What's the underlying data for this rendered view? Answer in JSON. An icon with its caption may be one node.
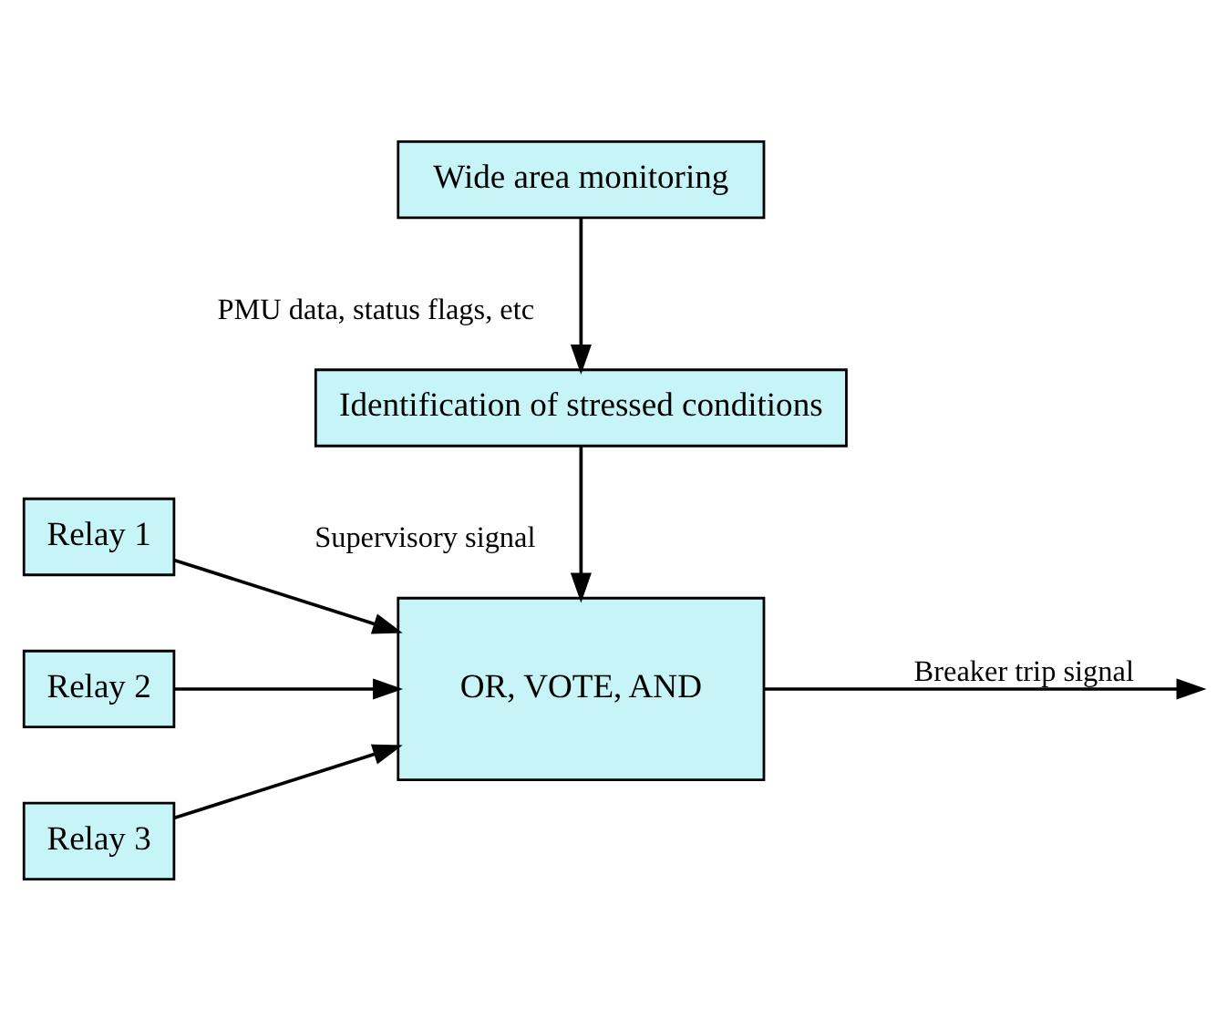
{
  "diagram": {
    "nodes": [
      {
        "text": [
          "Wide area monitoring"
        ]
      },
      {
        "text": [
          "Identification of stressed conditions"
        ]
      },
      {
        "text": [
          "Relay 1"
        ]
      },
      {
        "text": [
          "Relay 2"
        ]
      },
      {
        "text": [
          "Relay 3"
        ]
      },
      {
        "text": [
          "OR, VOTE, AND"
        ]
      }
    ],
    "edges": [
      {
        "from": 0,
        "to": 1,
        "arrow": "to",
        "label": "PMU data, status flags, etc"
      },
      {
        "from": 1,
        "to": 5,
        "arrow": "to",
        "label": "Supervisory signal"
      },
      {
        "from": 2,
        "to": 5,
        "arrow": "to"
      },
      {
        "from": 3,
        "to": 5,
        "arrow": "to"
      },
      {
        "from": 4,
        "to": 5,
        "arrow": "to"
      },
      {
        "from": 5,
        "to": null,
        "arrow": "to",
        "label": "Breaker trip signal"
      }
    ]
  }
}
